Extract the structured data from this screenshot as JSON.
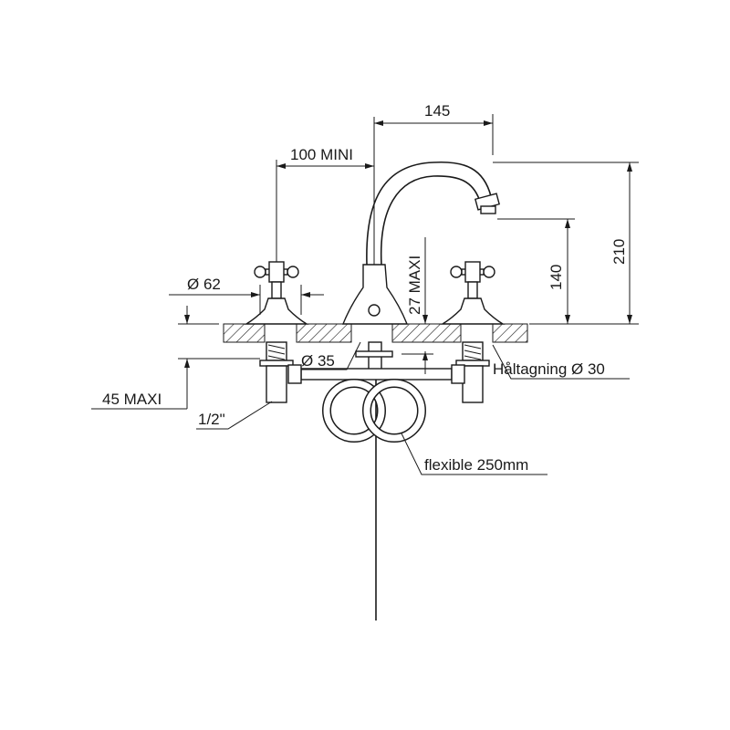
{
  "drawing": {
    "title": "Three-hole basin mixer dimension drawing",
    "dimensions": {
      "spout_reach": "145",
      "tap_spacing": "100 MINI",
      "total_height": "210",
      "spout_outlet_height": "140",
      "deck_thickness": "27 MAXI",
      "handle_diameter": "Ø 62",
      "flange_diameter": "Ø 35",
      "hole_size": "Håltagning Ø 30",
      "shank_length": "45 MAXI",
      "connection": "1/2\"",
      "flexible_hose": "flexible 250mm"
    }
  }
}
